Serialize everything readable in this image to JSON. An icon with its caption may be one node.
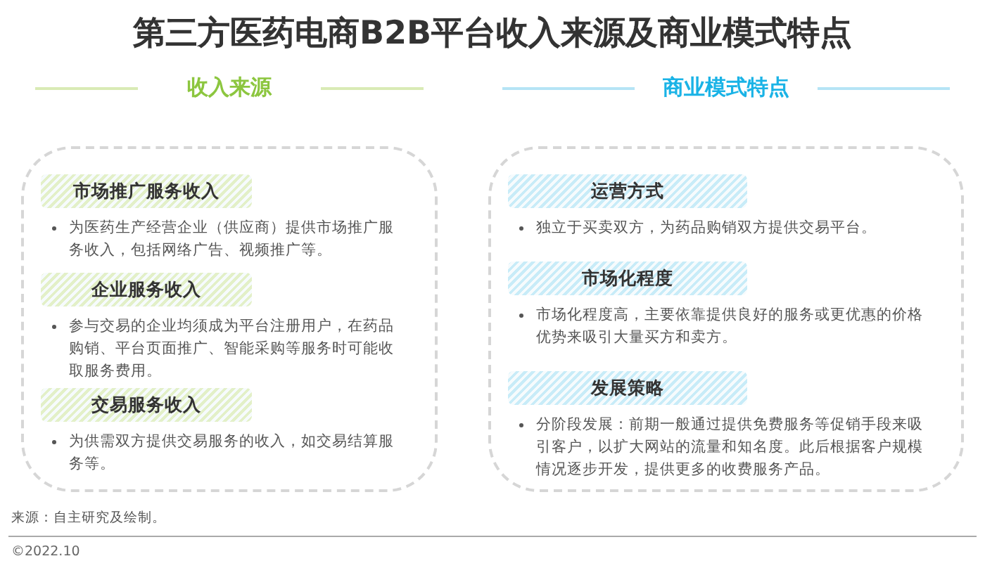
{
  "diagram": {
    "title": "第三方医药电商B2B平台收入来源及商业模式特点",
    "nodes": [
      {
        "text": [
          "收入来源"
        ]
      },
      {
        "text": [
          "市场推广服务收入"
        ],
        "in": 0,
        "beside": [
          "为医药生产经营企业（供应商）提供市场推广服务收入，包括网络广告、视频推广等。"
        ]
      },
      {
        "text": [
          "企业服务收入"
        ],
        "in": 0,
        "beside": [
          "参与交易的企业均须成为平台注册用户，在药品购销、平台页面推广、智能采购等服务时可能收取服务费用。"
        ]
      },
      {
        "text": [
          "交易服务收入"
        ],
        "in": 0,
        "beside": [
          "为供需双方提供交易服务的收入，如交易结算服务等。"
        ]
      },
      {
        "text": [
          "商业模式特点"
        ]
      },
      {
        "text": [
          "运营方式"
        ],
        "in": 4,
        "beside": [
          "独立于买卖双方，为药品购销双方提供交易平台。"
        ]
      },
      {
        "text": [
          "市场化程度"
        ],
        "in": 4,
        "beside": [
          "市场化程度高，主要依靠提供良好的服务或更优惠的价格优势来吸引大量买方和卖方。"
        ]
      },
      {
        "text": [
          "发展策略"
        ],
        "in": 4,
        "beside": [
          "分阶段发展：前期一般通过提供免费服务等促销手段来吸引客户，以扩大网站的流量和知名度。此后根据客户规模情况逐步开发，提供更多的收费服务产品。"
        ]
      }
    ],
    "edges": [],
    "labels": [
      "来源：自主研究及绘制。",
      "©2022.10"
    ]
  }
}
